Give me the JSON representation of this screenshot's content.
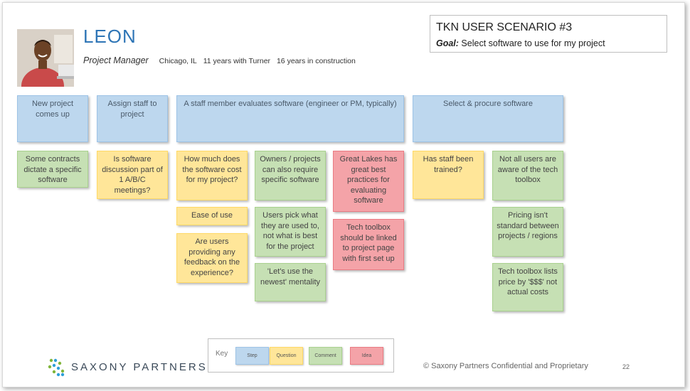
{
  "persona": {
    "name": "LEON",
    "role": "Project Manager",
    "location": "Chicago, IL",
    "tenure": "11 years with Turner",
    "experience": "16 years in construction",
    "photo_icon": "person-photo"
  },
  "scenario": {
    "title": "TKN USER SCENARIO #3",
    "goal_label": "Goal:",
    "goal_text": " Select software to use for my project"
  },
  "steps": [
    {
      "text": "New project comes up"
    },
    {
      "text": "Assign staff to project"
    },
    {
      "text": "A staff member evaluates software (engineer or PM, typically)"
    },
    {
      "text": "Select & procure software"
    }
  ],
  "notes": [
    {
      "type": "comment",
      "text": "Some contracts dictate a specific software"
    },
    {
      "type": "question",
      "text": "Is software discussion part of 1 A/B/C meetings?"
    },
    {
      "type": "question",
      "text": "How much does the software cost for my project?"
    },
    {
      "type": "question",
      "text": "Ease of use"
    },
    {
      "type": "question",
      "text": "Are users providing any feedback on the experience?"
    },
    {
      "type": "comment",
      "text": "Owners / projects can also require specific software"
    },
    {
      "type": "comment",
      "text": "Users pick what they are used to, not what is best for the project"
    },
    {
      "type": "comment",
      "text": "'Let's use the newest' mentality"
    },
    {
      "type": "idea",
      "text": "Great Lakes has great best practices for evaluating software"
    },
    {
      "type": "idea",
      "text": "Tech toolbox should be linked to project page with first set up"
    },
    {
      "type": "question",
      "text": "Has staff been trained?"
    },
    {
      "type": "comment",
      "text": "Not all users are aware of the tech toolbox"
    },
    {
      "type": "comment",
      "text": "Pricing isn't standard between projects / regions"
    },
    {
      "type": "comment",
      "text": "Tech toolbox lists price by '$$$' not actual costs"
    }
  ],
  "key": {
    "label": "Key",
    "items": [
      {
        "label": "Step",
        "color": "#bdd7ee"
      },
      {
        "label": "Question",
        "color": "#ffe699"
      },
      {
        "label": "Comment",
        "color": "#c6e0b4"
      },
      {
        "label": "Idea",
        "color": "#f4a3a8"
      }
    ]
  },
  "footer": {
    "logo_text": "SAXONY PARTNERS",
    "copyright": "© Saxony Partners Confidential and Proprietary",
    "page_number": "22"
  }
}
